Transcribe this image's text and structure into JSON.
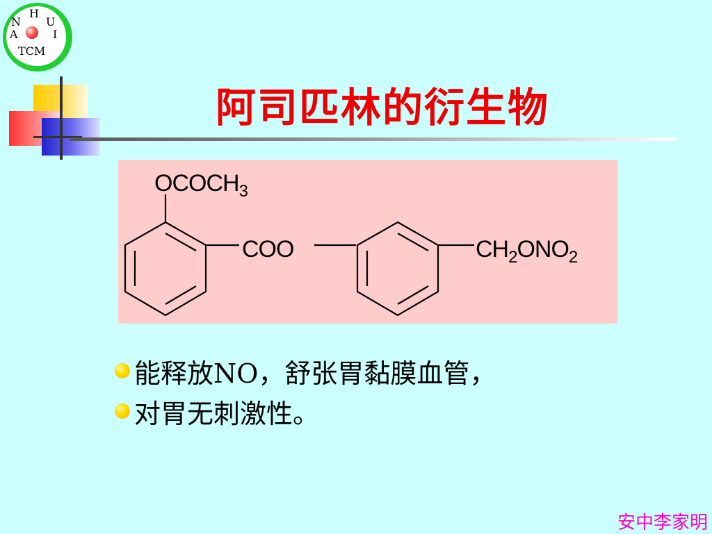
{
  "logo": {
    "letters": {
      "top": "H",
      "left_top": "N",
      "right_top": "U",
      "left_mid": "A",
      "right_mid": "I",
      "bottom": "TCM"
    },
    "colors": {
      "ring": "#22cc33",
      "ball": "#cc0000"
    }
  },
  "slide": {
    "title": "阿司匹林的衍生物",
    "title_color": "#ee0000",
    "background": "#ccffff"
  },
  "structure": {
    "box_color": "#ffcccc",
    "top_substituent": {
      "main": "OCOCH",
      "sub": "3"
    },
    "ester_link": "COO",
    "right_substituent": {
      "part1": "CH",
      "sub1": "2",
      "part2": "ONO",
      "sub2": "2"
    }
  },
  "bullets": [
    {
      "text": "能释放NO，舒张胃黏膜血管，"
    },
    {
      "text": "对胃无刺激性。"
    }
  ],
  "footer": {
    "author": "安中李家明",
    "author_color": "#ff00cc"
  }
}
